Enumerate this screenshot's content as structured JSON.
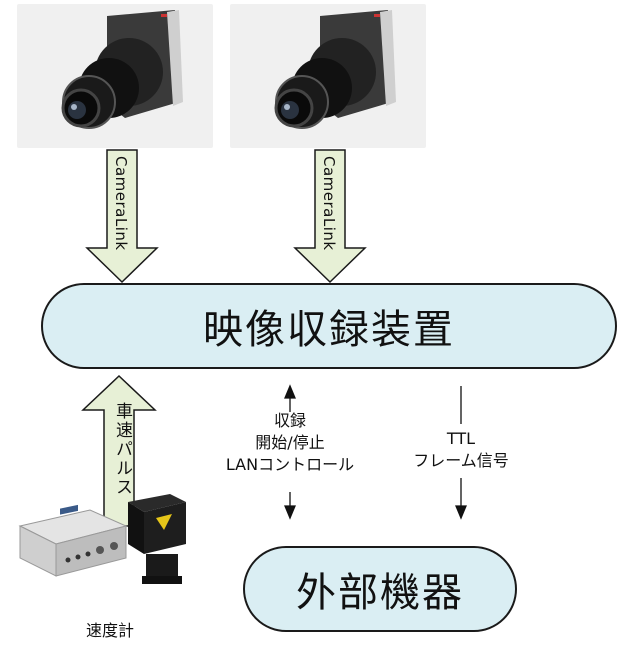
{
  "boxes": {
    "recorder": "映像収録装置",
    "external": "外部機器"
  },
  "arrows": {
    "camera_link_1": "CameraLink",
    "camera_link_2": "CameraLink",
    "speed_pulse": "車速パルス"
  },
  "control": {
    "line1": "収録",
    "line2": "開始/停止",
    "line3": "LANコントロール"
  },
  "ttl": {
    "line1": "TTL",
    "line2": "フレーム信号"
  },
  "speedometer": {
    "label": "速度計"
  },
  "colors": {
    "box_fill": "#daeef3",
    "arrow_fill": "#e7f0d6",
    "outline": "#1a1a1a"
  }
}
